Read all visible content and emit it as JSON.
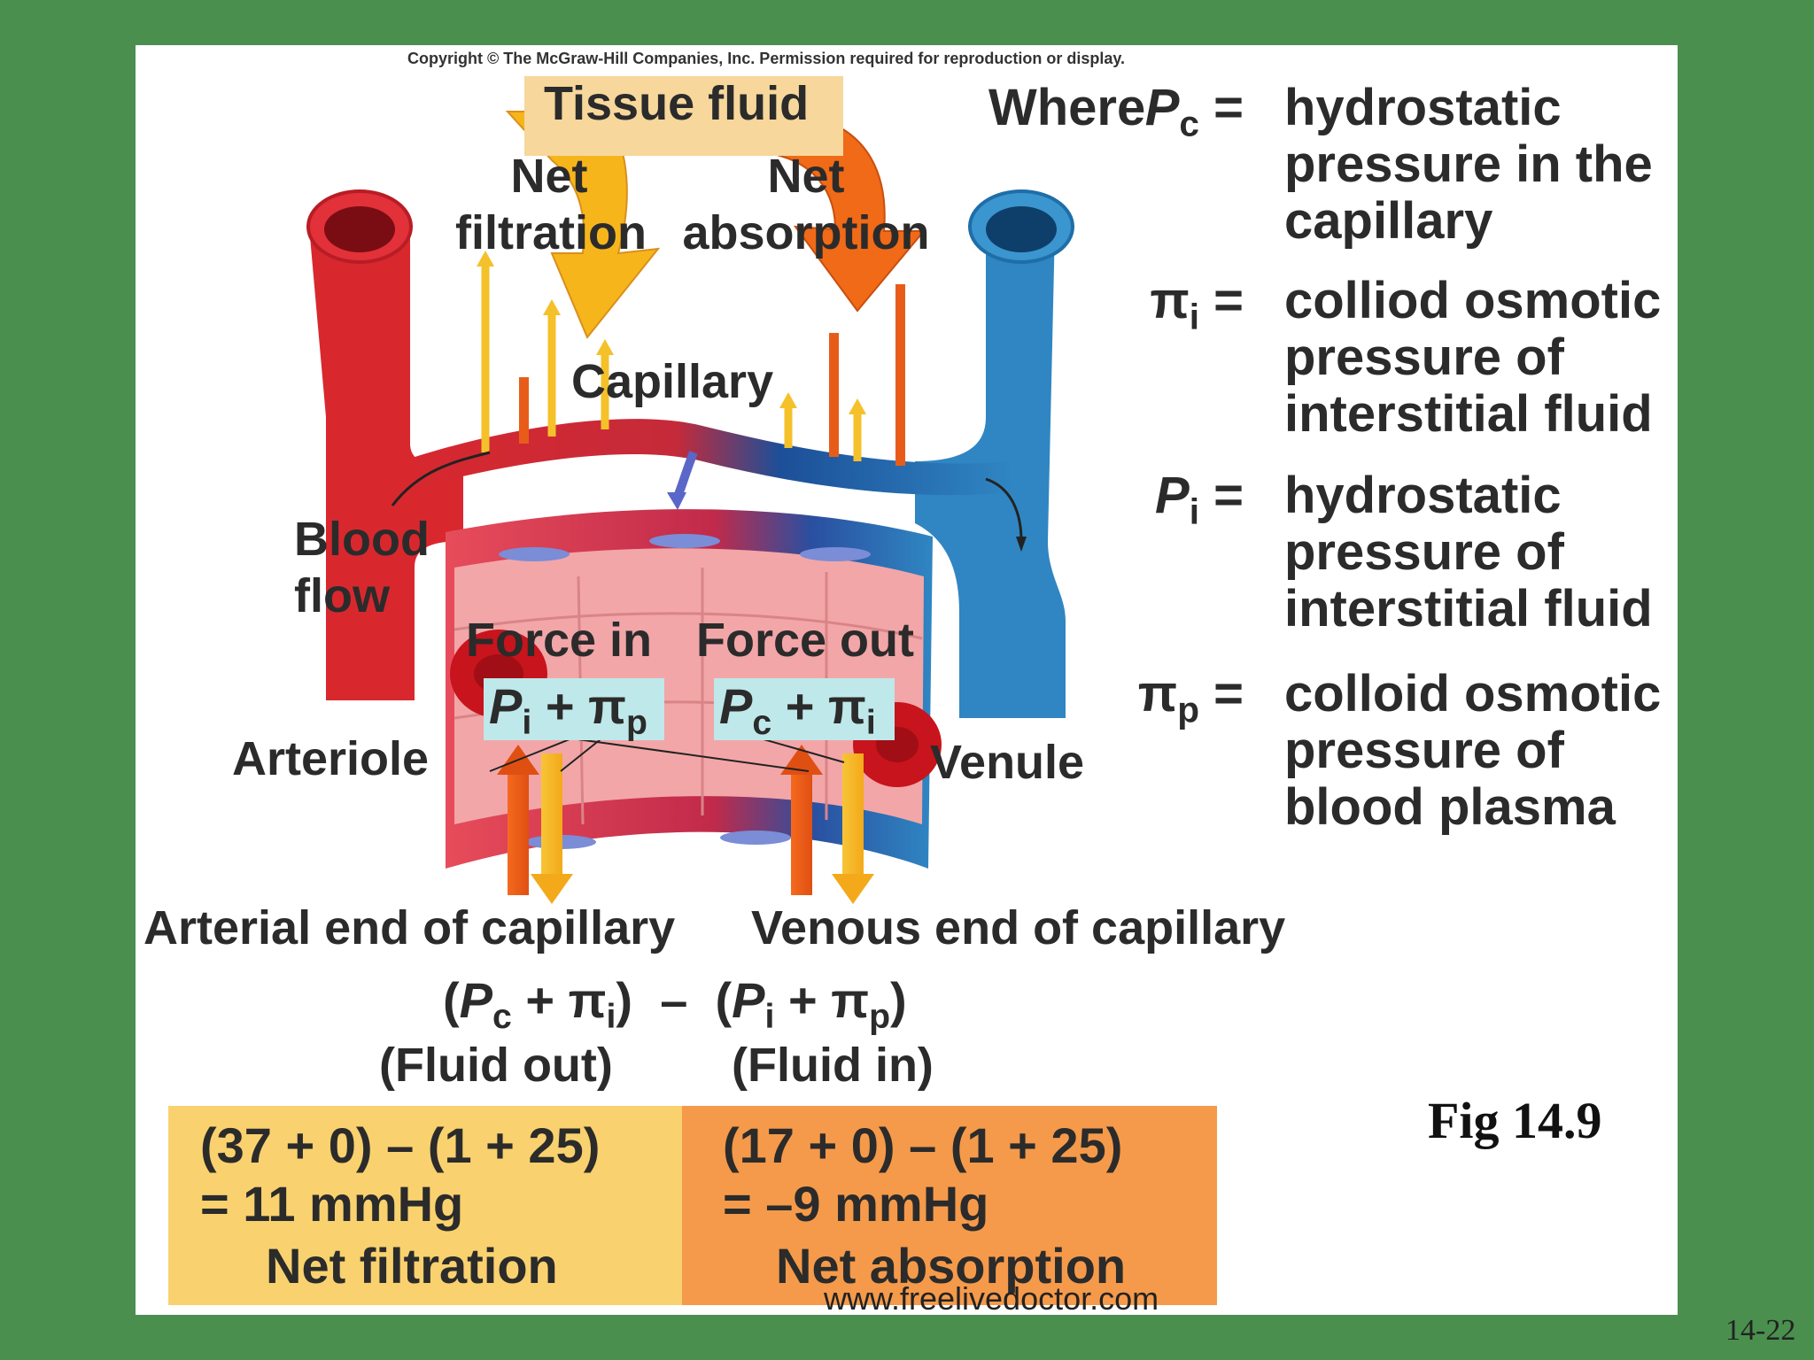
{
  "copyright": "Copyright © The McGraw-Hill Companies, Inc. Permission required for reproduction or display.",
  "labels": {
    "tissue_fluid": "Tissue fluid",
    "net_filtration_1": "Net",
    "net_filtration_2": "filtration",
    "net_absorption_1": "Net",
    "net_absorption_2": "absorption",
    "capillary": "Capillary",
    "blood_flow_1": "Blood",
    "blood_flow_2": "flow",
    "arteriole": "Arteriole",
    "venule": "Venule",
    "force_in": "Force in",
    "force_out": "Force out",
    "arterial_end": "Arterial end of capillary",
    "venous_end": "Venous end of capillary",
    "fluid_out": "(Fluid out)",
    "fluid_in": "(Fluid in)"
  },
  "forces": {
    "force_in": {
      "P": "P",
      "Psub": "i",
      "pi": "π",
      "pisub": "p",
      "plus": "+"
    },
    "force_out": {
      "P": "P",
      "Psub": "c",
      "pi": "π",
      "pisub": "i",
      "plus": "+"
    }
  },
  "formula": {
    "open1": "(",
    "P1": "P",
    "P1sub": "c",
    "plus1": "+",
    "pi1": "π",
    "pi1sub": "i",
    "close1": ")",
    "minus": "–",
    "open2": "(",
    "P2": "P",
    "P2sub": "i",
    "plus2": "+",
    "pi2": "π",
    "pi2sub": "p",
    "close2": ")"
  },
  "definitions": [
    {
      "prefix": "Where",
      "sym": "P",
      "sub": "c",
      "eq": "=",
      "lines": [
        "hydrostatic",
        "pressure in the",
        "capillary"
      ]
    },
    {
      "prefix": "",
      "sym": "π",
      "sub": "i",
      "eq": "=",
      "lines": [
        "colliod osmotic",
        "pressure of",
        "interstitial fluid"
      ]
    },
    {
      "prefix": "",
      "sym": "P",
      "sub": "i",
      "eq": "=",
      "lines": [
        "hydrostatic",
        "pressure of",
        "interstitial fluid"
      ]
    },
    {
      "prefix": "",
      "sym": "π",
      "sub": "p",
      "eq": "=",
      "lines": [
        "colloid osmotic",
        "pressure of",
        "blood plasma"
      ]
    }
  ],
  "results": {
    "arterial": {
      "line1": "(37 + 0)  –  (1 + 25)",
      "line2": "= 11 mmHg",
      "line3": "Net filtration"
    },
    "venous": {
      "line1": "(17 + 0)  –  (1 + 25)",
      "line2": "= –9 mmHg",
      "line3": "Net absorption"
    }
  },
  "figure": "Fig 14.9",
  "watermark": "www.freelivedoctor.com",
  "slide_number": "14-22",
  "colors": {
    "background": "#4a8f4e",
    "arterial_red": "#d8282e",
    "venous_blue": "#2f86c2",
    "filtration_yellow": "#f9d16e",
    "absorption_orange": "#f59a4a"
  }
}
